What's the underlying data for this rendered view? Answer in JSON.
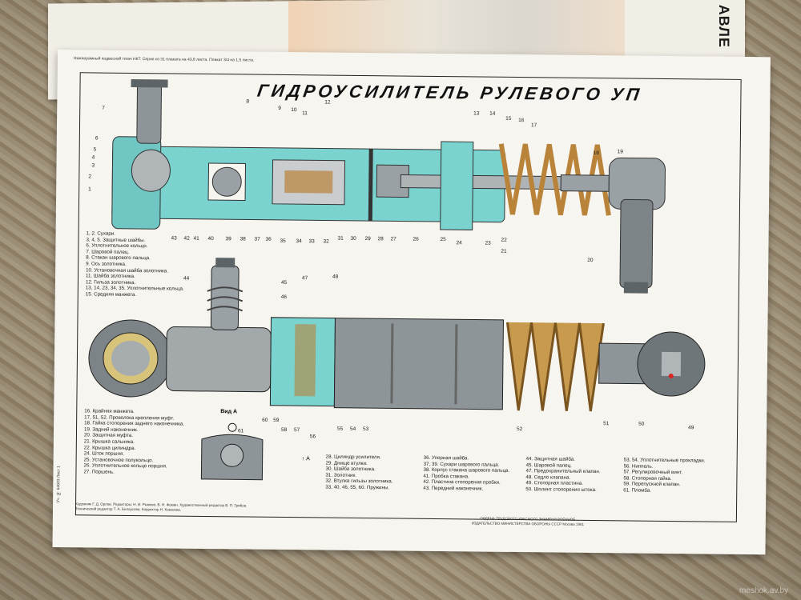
{
  "back_poster": {
    "title_fragment": "АВЛЕ"
  },
  "poster": {
    "top_note": "Нижнерамный подвесной тягач НКТ. Серия из 31 плаката на 43,8 листа. Плакат 3/4 на 1,5 листа.",
    "title": "ГИДРОУСИЛИТЕЛЬ РУЛЕВОГО УП",
    "side_note": "Уч. № 64603 Лист 1",
    "top_callouts": [
      "1",
      "2",
      "3",
      "4",
      "5",
      "6",
      "7",
      "8",
      "9",
      "10",
      "11",
      "12",
      "13",
      "14",
      "15",
      "16",
      "17",
      "18",
      "19",
      "20",
      "21",
      "22",
      "23",
      "24",
      "25",
      "26",
      "27",
      "28",
      "29",
      "30",
      "31",
      "32",
      "33",
      "34",
      "35",
      "36",
      "37",
      "38",
      "39",
      "40",
      "41",
      "42",
      "43"
    ],
    "bottom_callouts": [
      "44",
      "45",
      "46",
      "47",
      "48",
      "49",
      "50",
      "51",
      "52",
      "53",
      "54",
      "55",
      "56",
      "57",
      "58",
      "59",
      "60",
      "61"
    ],
    "view_label": "Вид А",
    "arrow_label": "А",
    "legend_top": [
      "1, 2. Сухари.",
      "3, 4, 5. Защитные шайбы.",
      "6. Уплотнительное кольцо.",
      "7. Шаровой палец.",
      "8. Стакан шарового пальца.",
      "9. Ось золотника.",
      "10. Установочная шайба золотника.",
      "11. Шайба золотника.",
      "12. Гильза золотника.",
      "13, 14, 23, 34, 35. Уплотнительные кольца.",
      "15. Средняя манжета."
    ],
    "legend_col1": [
      "16. Крайняя манжета.",
      "17, 51, 52. Проволока крепления муфт.",
      "18. Гайка стопорения заднего наконечника.",
      "19. Задний наконечник.",
      "20. Защитная муфта.",
      "21. Крышка сальника.",
      "22. Крышка цилиндра.",
      "24. Шток поршня.",
      "25. Установочное полукольцо.",
      "26. Уплотнительное кольцо поршня.",
      "27. Поршень."
    ],
    "legend_col2": [
      "28. Цилиндр усилителя.",
      "29. Днище втулки.",
      "30. Шайба золотника.",
      "31. Золотник.",
      "32. Втулка гильзы золотника.",
      "33, 40, 46, 55, 60. Пружины."
    ],
    "legend_col3": [
      "36. Упорная шайба.",
      "37, 39. Сухари шарового пальца.",
      "38. Корпус стакана шарового пальца.",
      "41. Пробка стакана.",
      "42. Пластина стопорения пробки.",
      "43. Передний наконечник."
    ],
    "legend_col4": [
      "44. Защитная шайба.",
      "45. Шаровой палец.",
      "47. Предохранительный клапан.",
      "48. Седло клапана.",
      "49. Стопорная пластина.",
      "50. Шплинт стопорения штока."
    ],
    "legend_col5": [
      "53, 54. Уплотнительные прокладки.",
      "56. Ниппель.",
      "57. Регулировочный винт.",
      "58. Стопорная гайка.",
      "59. Перепускной клапан.",
      "61. Пломба."
    ],
    "footer_left": "Художник Г. Д. Орлов. Редакторы: Н. И. Рыжков, В. Н. Фомин. Художественный редактор В. П. Грибов. Технический редактор Т. А. Белоусова. Корректор Н. Ковзоева.",
    "footer_center": "ОРДЕНА ТРУДОВОГО КРАСНОГО ЗНАМЕНИ ВОЕННОЕ ИЗДАТЕЛЬСТВО МИНИСТЕРСТВА ОБОРОНЫ СССР Москва 1981"
  },
  "watermark": "meshok.av.by",
  "colors": {
    "cyan": "#7ad3cf",
    "steel": "#9aa1a4",
    "dark": "#4e5558",
    "bronze": "#b9833a",
    "paper": "#f7f5ef"
  }
}
